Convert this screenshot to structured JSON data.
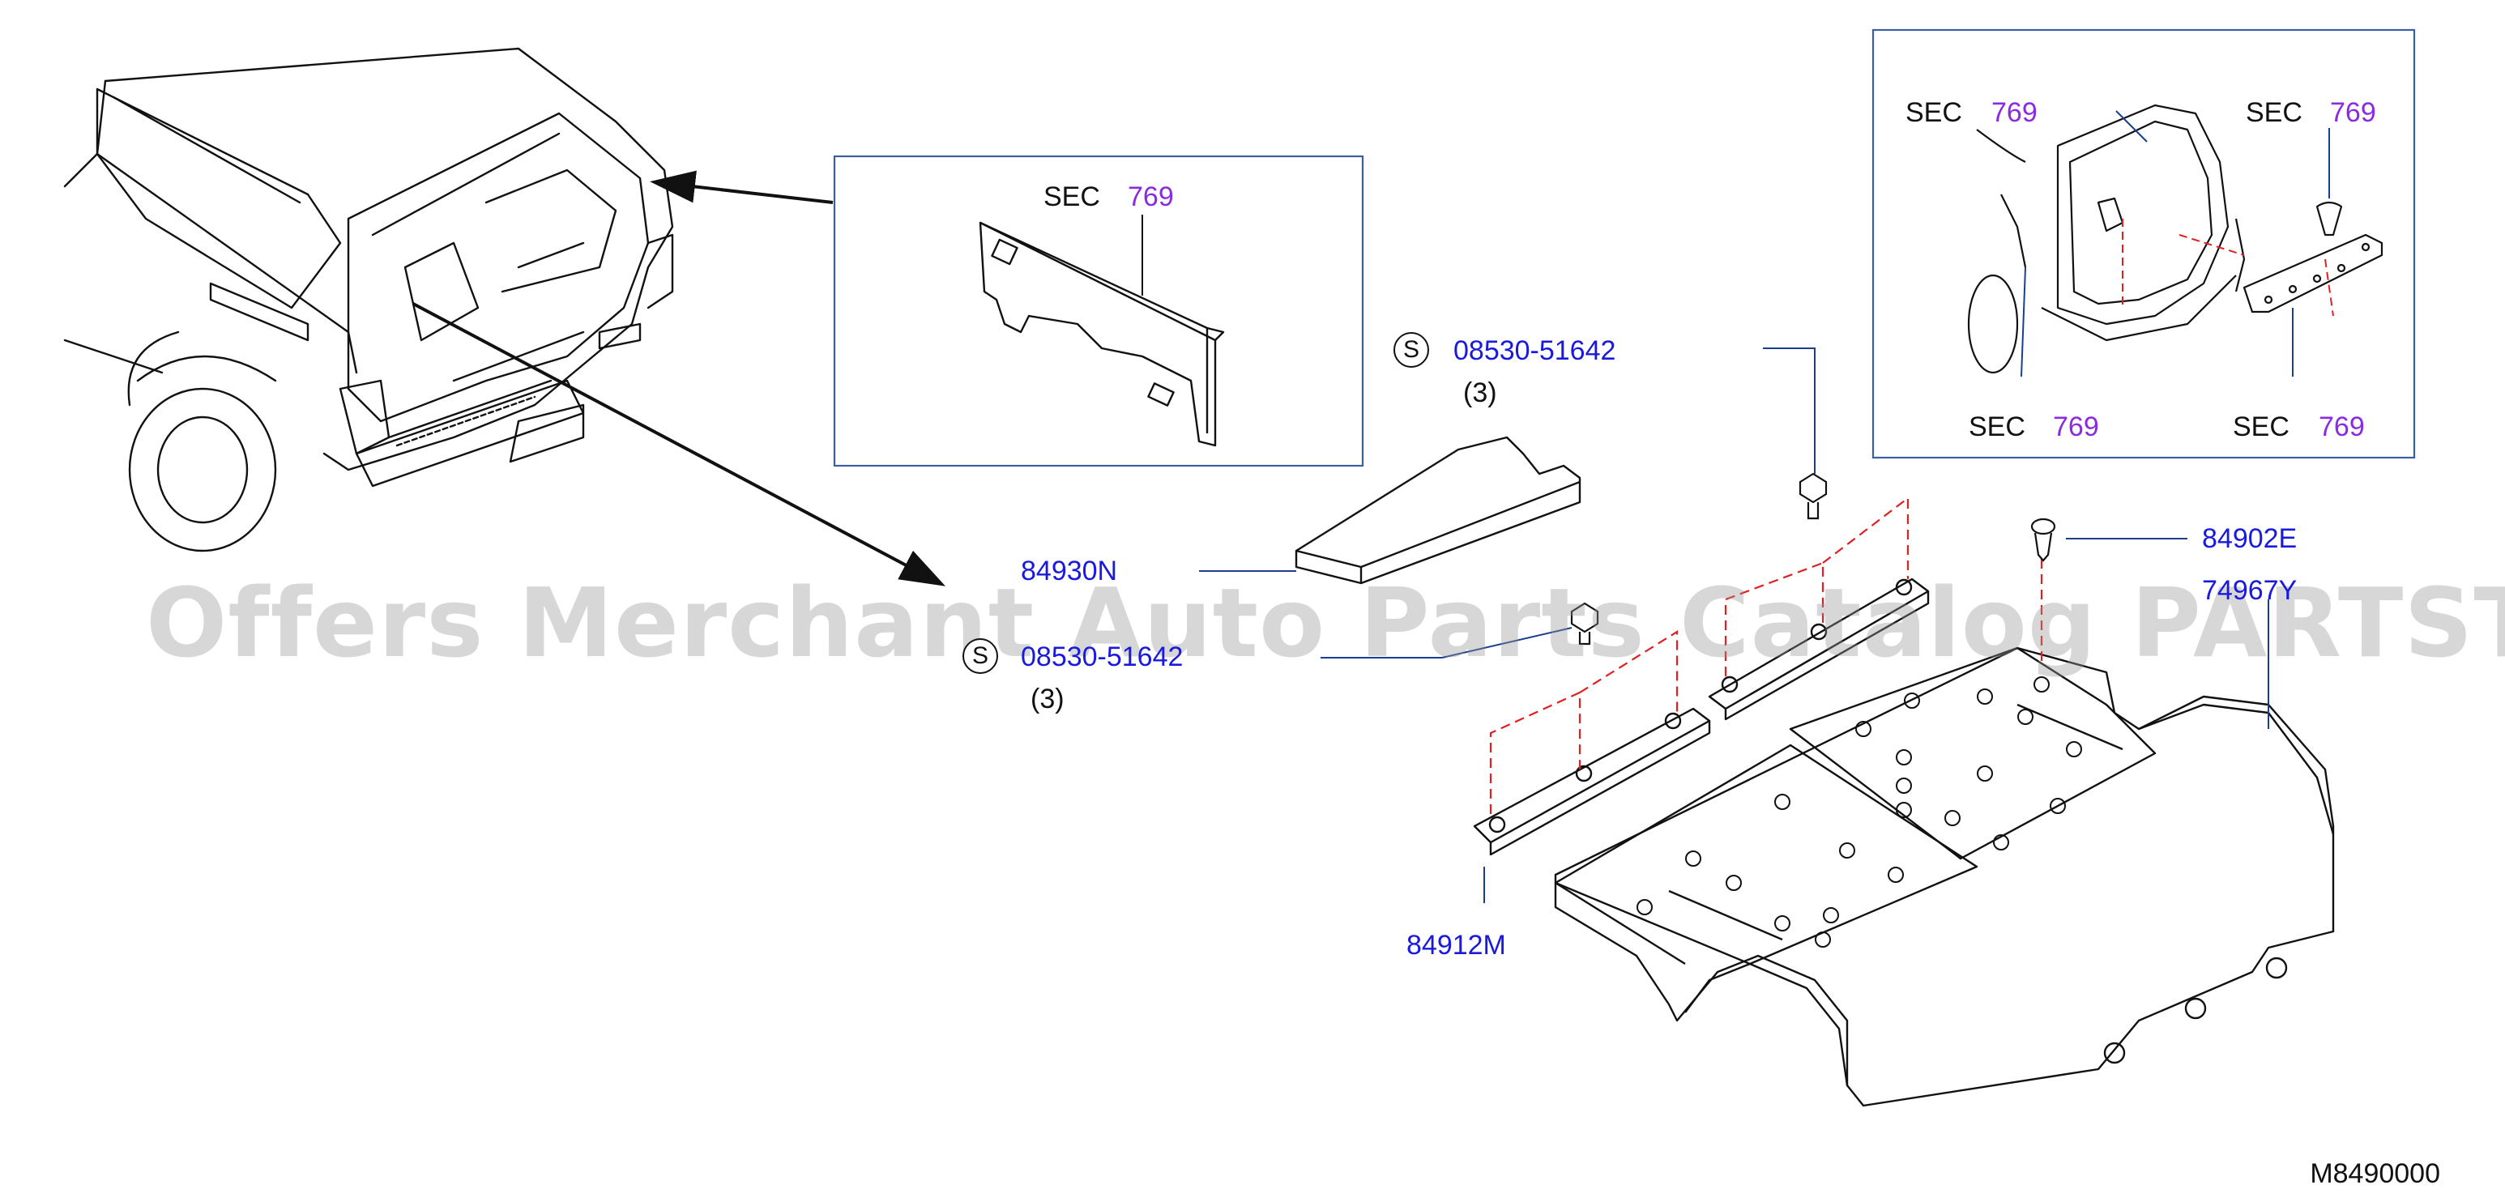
{
  "inset_center": {
    "sec_prefix": "SEC",
    "sec_number": "769"
  },
  "inset_right": {
    "top_left": {
      "sec_prefix": "SEC",
      "sec_number": "769"
    },
    "top_right": {
      "sec_prefix": "SEC",
      "sec_number": "769"
    },
    "bottom_left": {
      "sec_prefix": "SEC",
      "sec_number": "769"
    },
    "bottom_right": {
      "sec_prefix": "SEC",
      "sec_number": "769"
    }
  },
  "parts": {
    "bolt_upper": {
      "s_mark": "S",
      "number": "08530-51642",
      "qty": "(3)"
    },
    "bolt_lower": {
      "s_mark": "S",
      "number": "08530-51642",
      "qty": "(3)"
    },
    "box": {
      "number": "84930N"
    },
    "clip": {
      "number": "84902E"
    },
    "floor_mat": {
      "number": "74967Y"
    },
    "rail": {
      "number": "84912M"
    }
  },
  "watermark": "Offers Merchant Auto Parts Catalog PARTSTORE.SA",
  "diagram_code": "M8490000",
  "colors": {
    "part_number": "#1a1adc",
    "section_number": "#8a2be2",
    "line": "#111111",
    "frame": "#3a5fa0",
    "dashed": "#e02020"
  }
}
